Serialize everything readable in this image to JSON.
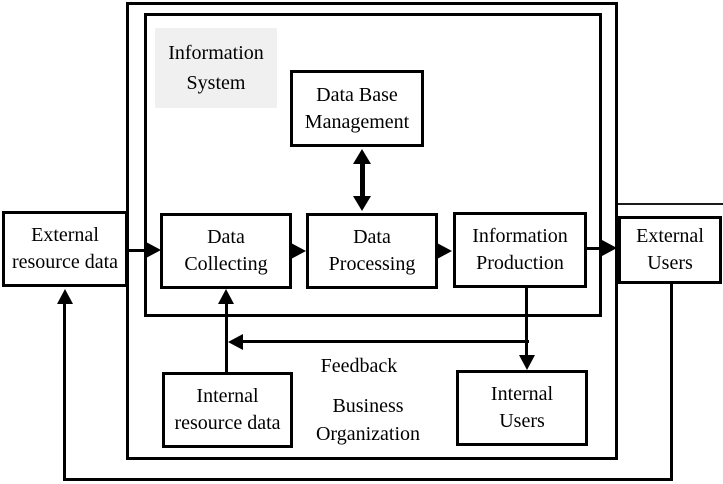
{
  "diagram": {
    "inner_system_label": {
      "line1": "Information",
      "line2": "System"
    },
    "boxes": {
      "db_management": {
        "line1": "Data Base",
        "line2": "Management"
      },
      "data_collecting": {
        "line1": "Data",
        "line2": "Collecting"
      },
      "data_processing": {
        "line1": "Data",
        "line2": "Processing"
      },
      "info_production": {
        "line1": "Information",
        "line2": "Production"
      },
      "external_resource": {
        "line1": "External",
        "line2": "resource data"
      },
      "external_users": {
        "line1": "External",
        "line2": "Users"
      },
      "internal_resource": {
        "line1": "Internal",
        "line2": "resource data"
      },
      "internal_users": {
        "line1": "Internal",
        "line2": "Users"
      }
    },
    "labels": {
      "feedback": "Feedback",
      "org_line1": "Business",
      "org_line2": "Organization"
    },
    "colors": {
      "line": "#000000",
      "label_background": "#f0f0f0",
      "background": "#ffffff"
    }
  }
}
